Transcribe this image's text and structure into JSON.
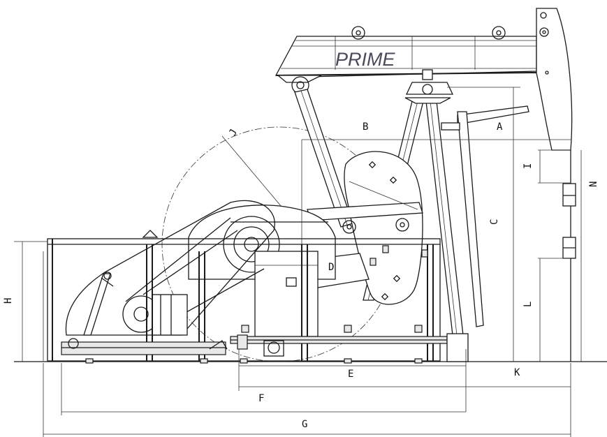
{
  "brand_text": "PRIME",
  "dimension_labels": {
    "A": "A",
    "B": "B",
    "C": "C",
    "D": "D",
    "E": "E",
    "F": "F",
    "G": "G",
    "H": "H",
    "I": "I",
    "J": "J",
    "K": "K",
    "L": "L",
    "N": "N"
  },
  "colors": {
    "line": "#1a1a1a",
    "background": "#ffffff",
    "brand_text": "#4a4a5a"
  }
}
